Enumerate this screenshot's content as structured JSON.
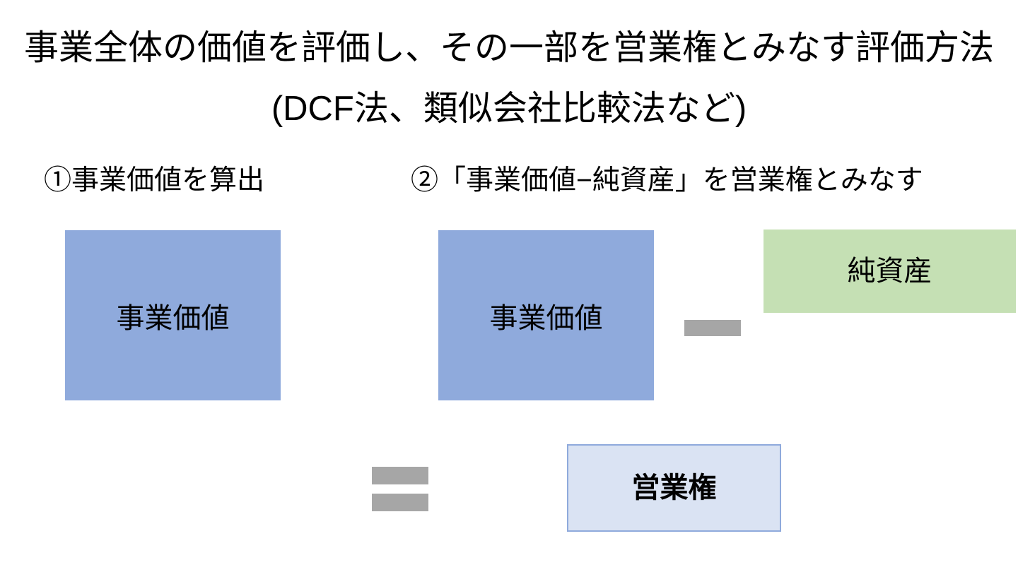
{
  "title": {
    "line1": "事業全体の価値を評価し、その一部を営業権とみなす評価方法",
    "line2": "(DCF法、類似会社比較法など)"
  },
  "steps": {
    "step1_label": "①事業価値を算出",
    "step2_label": "②「事業価値−純資産」を営業権とみなす"
  },
  "diagram": {
    "business_value_left": "事業価値",
    "business_value_right": "事業価値",
    "net_assets": "純資産",
    "goodwill": "営業権",
    "minus_operator": "minus",
    "equals_operator": "equals"
  },
  "colors": {
    "background": "#FFFFFF",
    "text": "#000000",
    "blue_box": "#8FAADC",
    "green_box": "#C5E0B4",
    "goodwill_fill": "#DAE3F3",
    "goodwill_border": "#8FAADC",
    "operator_gray": "#A6A6A6"
  }
}
